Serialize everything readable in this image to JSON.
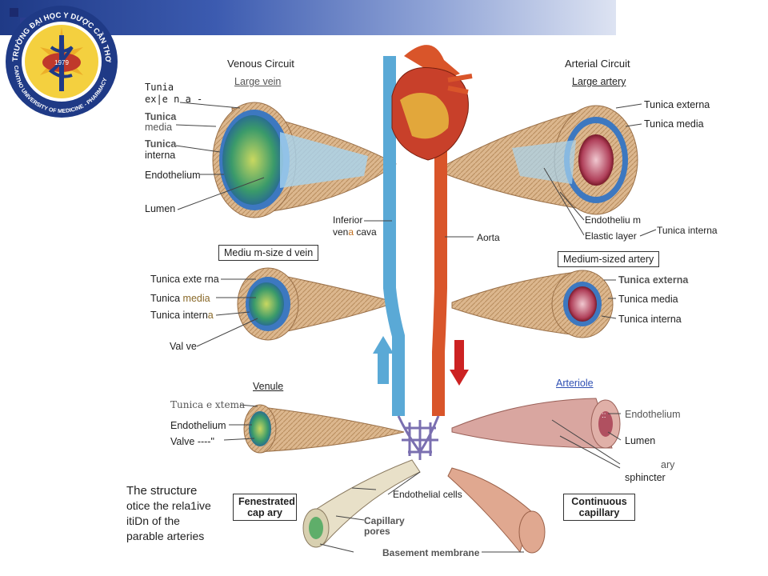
{
  "logo": {
    "ring_text": "TRƯỜNG ĐẠI HỌC Y DƯỢC CẦN THƠ",
    "ring_text_bottom": "CANTHO UNIVERSITY OF MEDICINE - PHARMACY",
    "year": "1979"
  },
  "venous": {
    "title": "Venous Circuit",
    "large_vein": "Large vein",
    "tunica_externa_a": "Tunia",
    "tunica_externa_b": "ex|e n a -",
    "tunica_media_a": "Tunica",
    "tunica_media_b": "media",
    "tunica_interna_a": "Tunica",
    "tunica_interna_b": "interna",
    "endothelium": "Endothelium",
    "lumen": "Lumen",
    "medium_vein": "Mediu m-size d vein",
    "mv_externa": "Tunica exte rna",
    "mv_media_a": "Tunica ",
    "mv_media_b": "media",
    "mv_interna_a": "Tunica intern",
    "mv_interna_b": "a",
    "valve": "Val ve",
    "venule": "Venule",
    "venule_externa": "Tunica e xtema",
    "venule_endothelium": "Endothelium",
    "venule_valve": "Valve ----\""
  },
  "center": {
    "ivc_a": "Inferior",
    "ivc_b1": "ven",
    "ivc_b2": "a",
    "ivc_b3": " cava",
    "aorta": "Aorta",
    "endothelial_cells": "Endothelial cells",
    "fenestrated_a": "Fenestrated",
    "fenestrated_b": "cap   ary",
    "capillary_pores_a": "Capillary",
    "capillary_pores_b": "pores",
    "basement_membrane": "Basement membrane",
    "continuous_a": "Continuous",
    "continuous_b": "capillary"
  },
  "arterial": {
    "title": "Arterial Circuit",
    "large_artery": "Large artery",
    "tunica_externa": "Tunica externa",
    "tunica_media": "Tunica media",
    "endothelium": "Endotheliu m",
    "elastic_layer": "Elastic layer",
    "tunica_interna_a": "Tunica ",
    "tunica_interna_b": "interna",
    "medium_artery": "Medium-sized artery",
    "ma_externa": "Tunica externa",
    "ma_media": "Tunica media",
    "ma_interna_a": "Tunica intern",
    "ma_interna_b": "a",
    "arteriole": "Arteriole",
    "arteriole_endothelium": "Endothelium",
    "arteriole_lumen": "Lumen",
    "sphincter_a": "ary",
    "sphincter_b": "sphincter",
    "dots": "::"
  },
  "note": {
    "line1": "The structure",
    "line2": "otice the rela1ive",
    "line3": "itiDn of the",
    "line4": "parable arteries"
  },
  "colors": {
    "banner_dark": "#1f3a86",
    "vein_blue": "#5aa9d6",
    "artery_red": "#d9552a",
    "tissue_tan": "#d9b48a",
    "capillary_purple": "#7a6fb0"
  }
}
